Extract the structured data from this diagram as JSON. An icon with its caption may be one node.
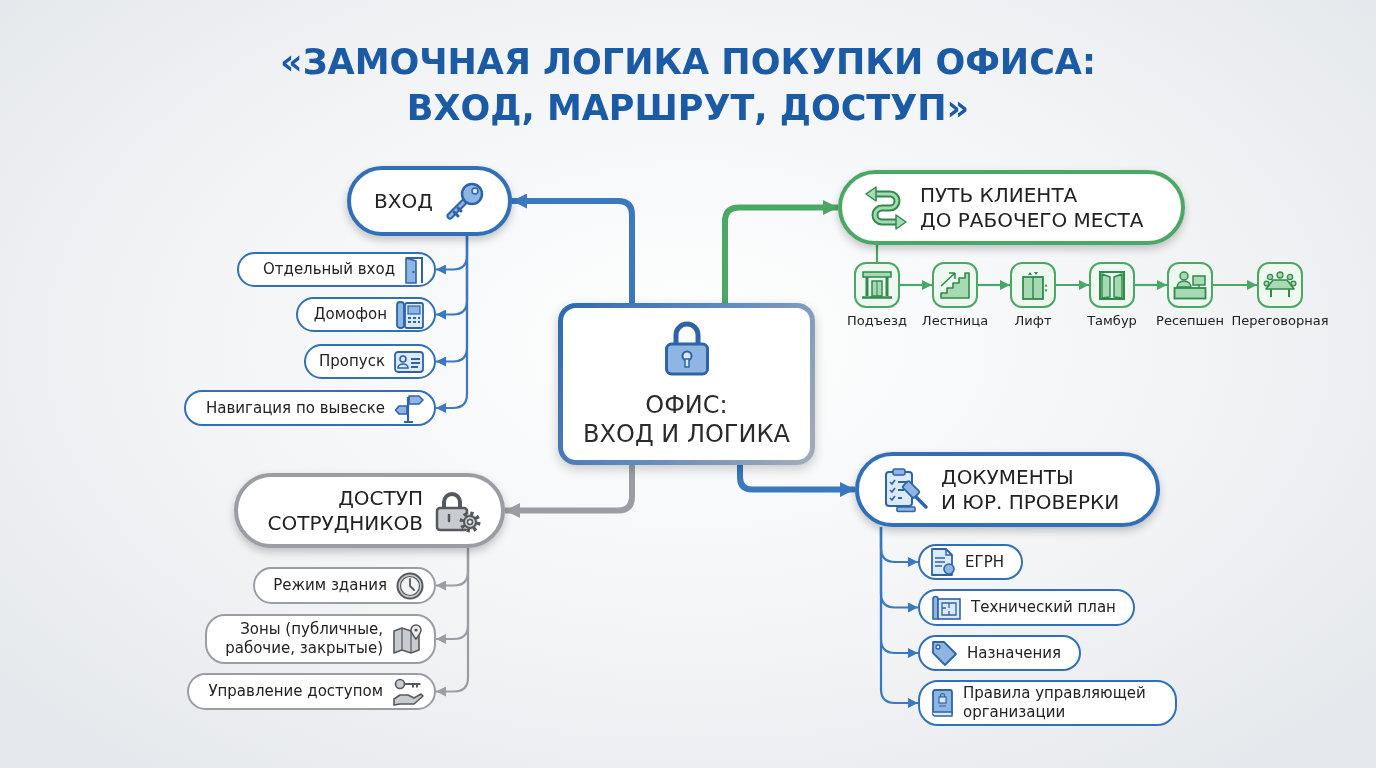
{
  "diagram": {
    "title": "«ЗАМОЧНАЯ ЛОГИКА ПОКУПКИ ОФИСА: ВХОД, МАРШРУТ, ДОСТУП»",
    "nodes": [
      {
        "text": [
          "ОФИС: ВХОД И ЛОГИКА"
        ]
      },
      {
        "text": [
          "ВХОД"
        ]
      },
      {
        "text": [
          "Отдельный вход"
        ]
      },
      {
        "text": [
          "Домофон"
        ]
      },
      {
        "text": [
          "Пропуск"
        ]
      },
      {
        "text": [
          "Навигация по вывеске"
        ]
      },
      {
        "text": [
          "ПУТЬ КЛИЕНТА ДО РАБОЧЕГО МЕСТА"
        ]
      },
      {
        "text": [],
        "shape": "box",
        "beside": [
          "Подъезд"
        ]
      },
      {
        "text": [],
        "shape": "box",
        "beside": [
          "Лестница"
        ]
      },
      {
        "text": [],
        "shape": "box",
        "beside": [
          "Лифт"
        ]
      },
      {
        "text": [],
        "shape": "box",
        "beside": [
          "Тамбур"
        ]
      },
      {
        "text": [],
        "shape": "box",
        "beside": [
          "Ресепшен"
        ]
      },
      {
        "text": [],
        "shape": "box",
        "beside": [
          "Переговорная"
        ]
      },
      {
        "text": [
          "ДОСТУП СОТРУДНИКОВ"
        ]
      },
      {
        "text": [
          "Режим здания"
        ]
      },
      {
        "text": [
          "Зоны (публичные, рабочие, закрытые)"
        ]
      },
      {
        "text": [
          "Управление доступом"
        ]
      },
      {
        "text": [
          "ДОКУМЕНТЫ И ЮР. ПРОВЕРКИ"
        ]
      },
      {
        "text": [
          "ЕГРН"
        ]
      },
      {
        "text": [
          "Технический план"
        ]
      },
      {
        "text": [
          "Назначения"
        ]
      },
      {
        "text": [
          "Правила управляющей организации"
        ]
      }
    ],
    "edges": [
      {
        "from": 0,
        "to": 1,
        "arrow": "to",
        "style": "thick"
      },
      {
        "from": 0,
        "to": 6,
        "arrow": "to",
        "style": "thick",
        "color": "#4aa864"
      },
      {
        "from": 0,
        "to": 13,
        "arrow": "to",
        "style": "thick",
        "color": "#9a9ea4"
      },
      {
        "from": 0,
        "to": 17,
        "arrow": "to",
        "style": "thick"
      },
      {
        "from": 1,
        "to": 2,
        "arrow": "to"
      },
      {
        "from": 1,
        "to": 3,
        "arrow": "to"
      },
      {
        "from": 1,
        "to": 4,
        "arrow": "to"
      },
      {
        "from": 1,
        "to": 5,
        "arrow": "to"
      },
      {
        "from": 6,
        "to": 7,
        "arrow": "none",
        "color": "#4aa864"
      },
      {
        "from": 7,
        "to": 8,
        "arrow": "to",
        "color": "#4aa864"
      },
      {
        "from": 8,
        "to": 9,
        "arrow": "to",
        "color": "#4aa864"
      },
      {
        "from": 9,
        "to": 10,
        "arrow": "to",
        "color": "#4aa864"
      },
      {
        "from": 10,
        "to": 11,
        "arrow": "to",
        "color": "#4aa864"
      },
      {
        "from": 11,
        "to": 12,
        "arrow": "to",
        "color": "#4aa864"
      },
      {
        "from": 13,
        "to": 14,
        "arrow": "to",
        "color": "#9a9ea4"
      },
      {
        "from": 13,
        "to": 15,
        "arrow": "to",
        "color": "#9a9ea4"
      },
      {
        "from": 13,
        "to": 16,
        "arrow": "to",
        "color": "#9a9ea4"
      },
      {
        "from": 17,
        "to": 18,
        "arrow": "to"
      },
      {
        "from": 17,
        "to": 19,
        "arrow": "to"
      },
      {
        "from": 17,
        "to": 20,
        "arrow": "to"
      },
      {
        "from": 17,
        "to": 21,
        "arrow": "to"
      }
    ]
  }
}
